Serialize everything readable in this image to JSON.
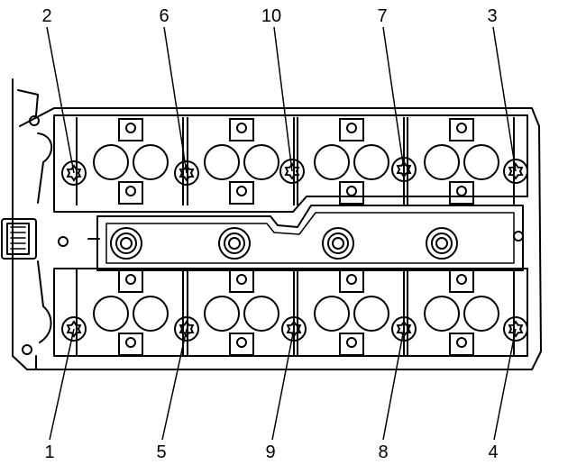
{
  "diagram": {
    "colors": {
      "line": "#000000",
      "background": "#ffffff"
    },
    "bolt_labels": [
      {
        "id": "1",
        "text": "1"
      },
      {
        "id": "2",
        "text": "2"
      },
      {
        "id": "3",
        "text": "3"
      },
      {
        "id": "4",
        "text": "4"
      },
      {
        "id": "5",
        "text": "5"
      },
      {
        "id": "6",
        "text": "6"
      },
      {
        "id": "7",
        "text": "7"
      },
      {
        "id": "8",
        "text": "8"
      },
      {
        "id": "9",
        "text": "9"
      },
      {
        "id": "10",
        "text": "10"
      }
    ]
  }
}
